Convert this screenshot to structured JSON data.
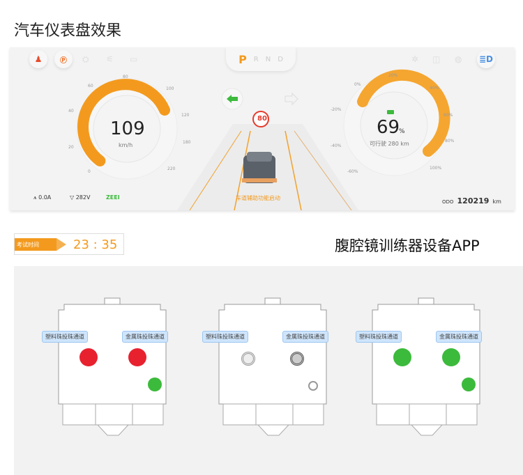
{
  "section1": {
    "title": "汽车仪表盘效果"
  },
  "dashboard": {
    "gears": [
      "P",
      "R",
      "N",
      "D"
    ],
    "active_gear": "P",
    "speed": {
      "value": "109",
      "unit": "km/h",
      "ticks": [
        "0",
        "20",
        "40",
        "60",
        "80",
        "100",
        "120",
        "180",
        "220"
      ]
    },
    "battery": {
      "value": "69",
      "unit": "%",
      "range_label": "可行驶 280 km",
      "ticks": [
        "-60%",
        "-40%",
        "-20%",
        "0%",
        "20%",
        "40%",
        "60%",
        "80%",
        "100%"
      ],
      "level": 0.69
    },
    "speed_limit": "80",
    "lane_assist": "车道辅助功能启动",
    "current": "0.0A",
    "voltage": "282V",
    "mode": "ZEEI",
    "odo_label": "ODO",
    "odo_value": "120219",
    "odo_unit": "km",
    "colors": {
      "accent": "#f39a1e",
      "green": "#3cba3c"
    }
  },
  "section2": {
    "timer_label": "考试时间",
    "timer_value": "23 : 35",
    "title": "腹腔镜训练器设备APP",
    "devices": [
      {
        "plastic": "塑料珠投珠通道",
        "metal": "金属珠投珠通道",
        "state": "red"
      },
      {
        "plastic": "塑料珠投珠通道",
        "metal": "金属珠投珠通道",
        "state": "idle"
      },
      {
        "plastic": "塑料珠投珠通道",
        "metal": "金属珠投珠通道",
        "state": "green"
      }
    ]
  }
}
